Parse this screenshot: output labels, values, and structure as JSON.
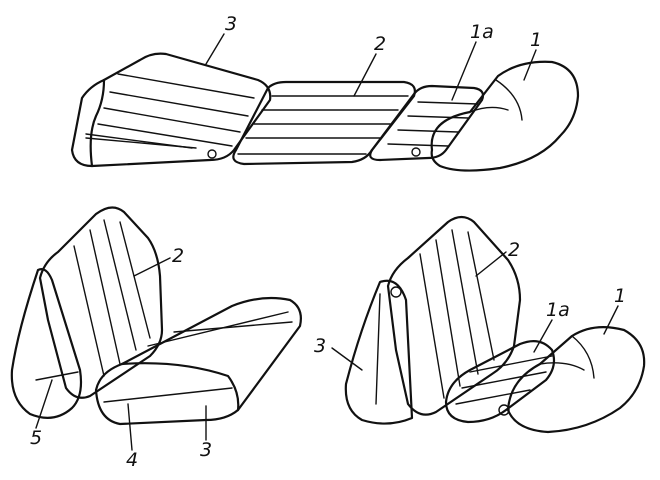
{
  "figure": {
    "top": {
      "labels": {
        "cushion3": "3",
        "cushion2": "2",
        "cushion1a": "1a",
        "cushion1": "1"
      }
    },
    "bottom_left": {
      "labels": {
        "back": "2",
        "pillow": "5",
        "base": "4",
        "seat": "3"
      }
    },
    "bottom_right": {
      "labels": {
        "back": "2",
        "wedge": "3",
        "cushion1a": "1a",
        "cushion1": "1"
      }
    }
  }
}
